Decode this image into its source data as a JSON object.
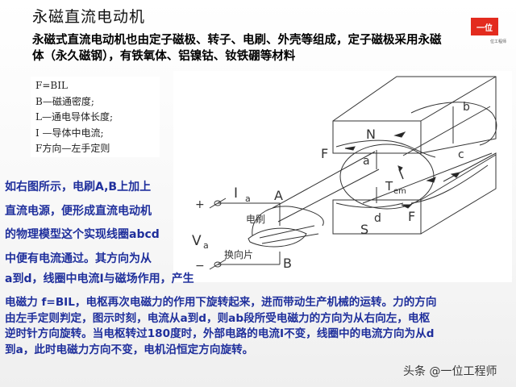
{
  "slide": {
    "title": "永磁直流电动机",
    "intro_lines": [
      "永磁式直流电动机也由定子磁极、转子、电刷、外壳等组成，定子磁极采用永磁",
      "体（永久磁钢），有铁氧体、铝镍钴、钕铁硼等材料"
    ],
    "logo": {
      "text": "一位",
      "subtext": "位工程师",
      "color": "#e32b1e"
    },
    "formula": {
      "lines": [
        "F=BIL",
        "B—磁通密度;",
        "L—通电导体长度;",
        "I —导体中电流;",
        "F方向—左手定则"
      ]
    },
    "side_text_lines": [
      "如右图所示，电刷A,B上加上",
      "直流电源，便形成直流电动机",
      "的物理模型这个实现线圈abcd",
      "中便有电流通过。其方向为从"
    ],
    "side_last_line": "a到d，线圈中电流I与磁场作用，产生",
    "bottom_text_lines": [
      "电磁力 f=BIL，电枢再次电磁力的作用下旋转起来，进而带动生产机械的运转。力的方向",
      "由左手定则判定，图示时刻，电流从a到d，则ab段所受电磁力的方向为从右向左，电枢",
      "逆时针方向旋转。当电枢转过180度时，外部电路的电流I不变，线圈中的电流方向为从d",
      "到a，此时电磁力方向不变，电机沿恒定方向旋转。"
    ],
    "text_color": "#1f2f9c"
  },
  "diagram": {
    "labels": {
      "plus": "+",
      "minus": "−",
      "current": "I",
      "current_sub": "a",
      "voltage": "V",
      "voltage_sub": "a",
      "brush_A": "A",
      "brush_B": "B",
      "brush_label": "电刷",
      "commutator_label": "换向片",
      "north": "N",
      "south": "S",
      "force_top": "F",
      "force_bottom": "F",
      "point_a": "a",
      "point_b": "b",
      "point_c": "c",
      "point_d": "d",
      "torque": "T",
      "torque_sub": "em"
    }
  },
  "watermark": {
    "text": "头条 @一位工程师"
  }
}
